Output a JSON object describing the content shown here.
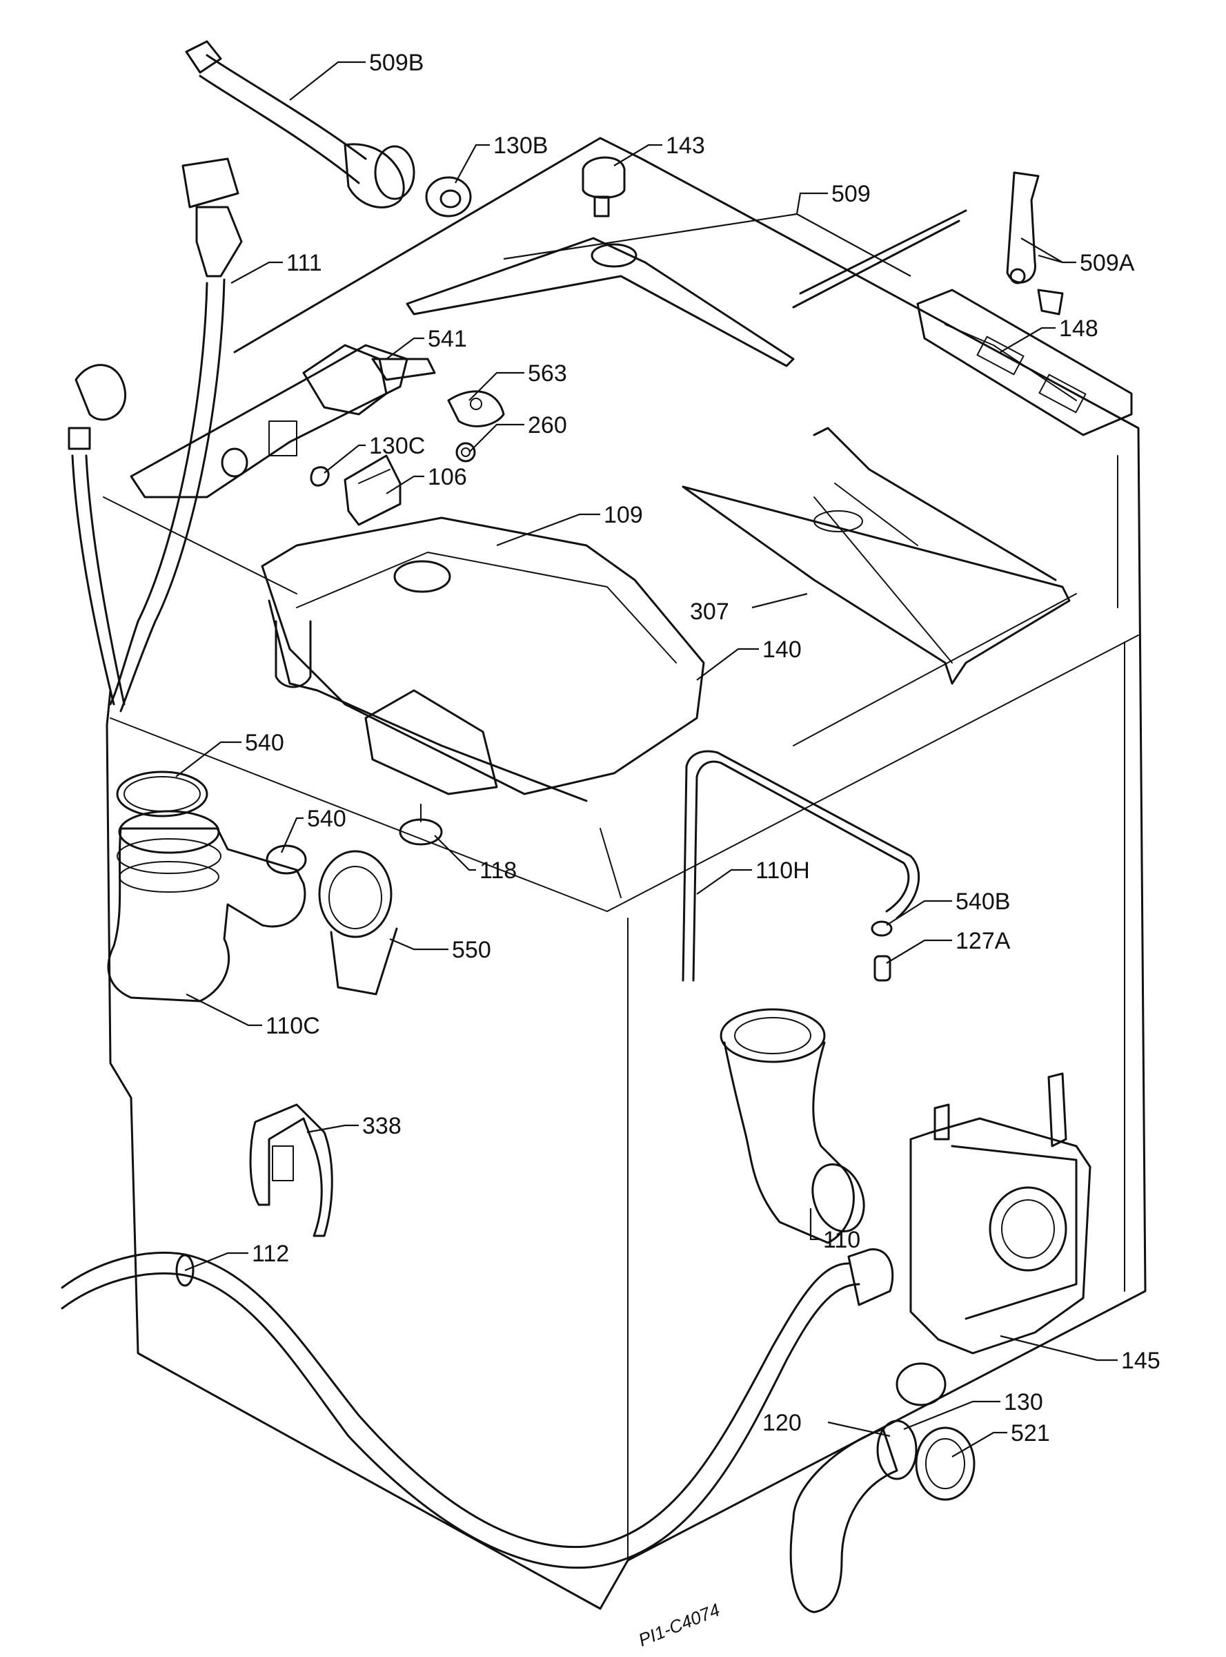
{
  "diagram": {
    "stroke_color": "#111111",
    "background": "#ffffff",
    "drawing_code": "PI1-C4074",
    "parts": {
      "p509B": "509B",
      "p130B": "130B",
      "p143": "143",
      "p509": "509",
      "p509A": "509A",
      "p111": "111",
      "p541": "541",
      "p148": "148",
      "p563": "563",
      "p260": "260",
      "p130C": "130C",
      "p106": "106",
      "p109": "109",
      "p307": "307",
      "p140": "140",
      "p540a": "540",
      "p540b": "540",
      "p118": "118",
      "p110H": "110H",
      "p540B": "540B",
      "p127A": "127A",
      "p550": "550",
      "p110C": "110C",
      "p338": "338",
      "p110": "110",
      "p112": "112",
      "p145": "145",
      "p130": "130",
      "p120": "120",
      "p521": "521"
    }
  }
}
